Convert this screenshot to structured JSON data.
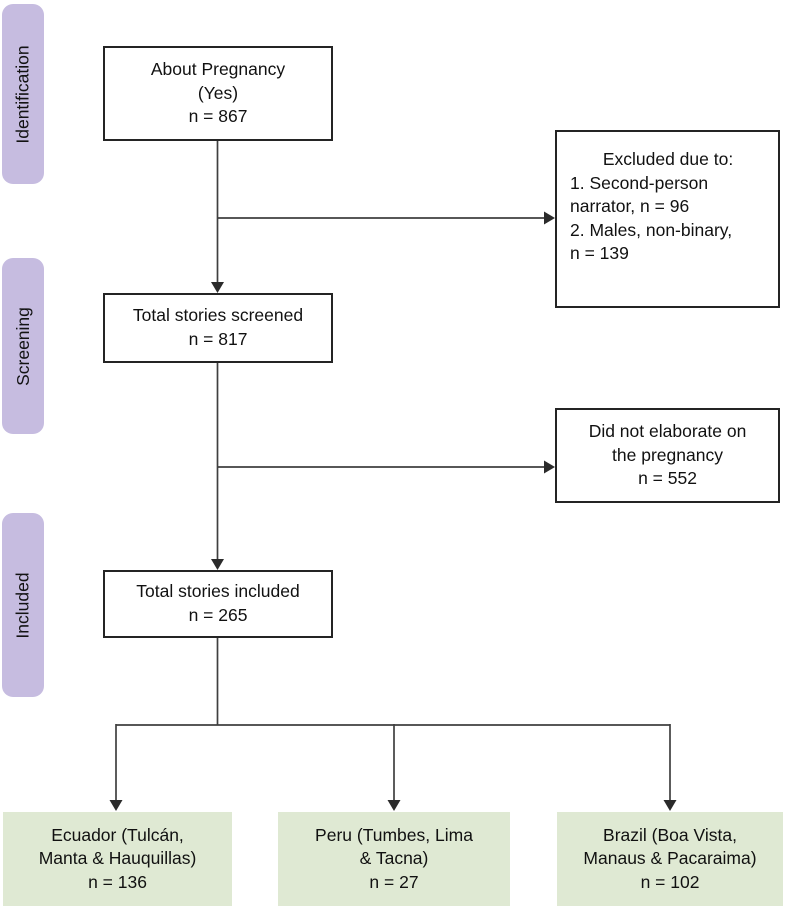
{
  "diagram": {
    "type": "flowchart",
    "description_labels": {
      "stages": [
        {
          "label": "Identification"
        },
        {
          "label": "Screening"
        },
        {
          "label": "Included"
        }
      ]
    },
    "flow": {
      "about": [
        "About Pregnancy",
        "(Yes)",
        "n = 867"
      ],
      "excluded_screening": [
        "Excluded due to:",
        "1. Second-person",
        "narrator, n = 96",
        "2.  Males,  non-binary,",
        "n = 139"
      ],
      "screened": [
        "Total stories screened",
        "n = 817"
      ],
      "excluded_included": [
        "Did not elaborate on",
        "the pregnancy",
        "n = 552"
      ],
      "included": [
        "Total stories included",
        "n = 265"
      ],
      "ecuador": [
        "Ecuador (Tulcán,",
        "Manta & Hauquillas)",
        "n = 136"
      ],
      "peru": [
        "Peru (Tumbes, Lima",
        "& Tacna)",
        "n = 27"
      ],
      "brazil": [
        "Brazil (Boa Vista,",
        "Manaus & Pacaraima)",
        "n = 102"
      ]
    }
  },
  "colors": {
    "stage_bg": "#c6bce0",
    "result_bg": "#dfe9d3",
    "line": "#3f3f3f",
    "box_border": "#242424"
  }
}
